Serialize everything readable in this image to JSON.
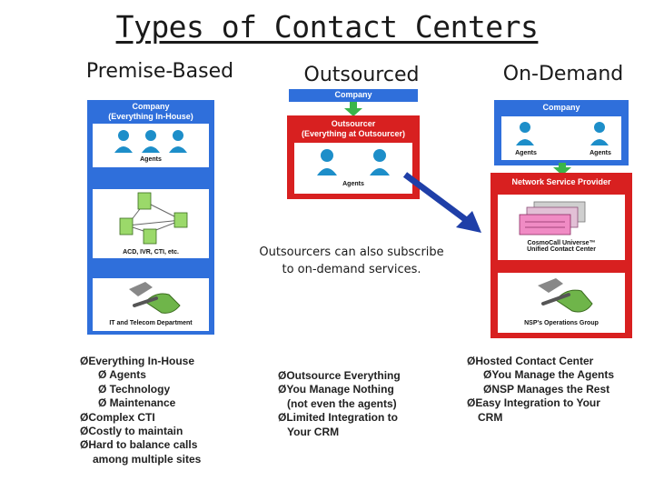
{
  "title": "Types of Contact Centers",
  "columns": {
    "premise": {
      "heading": "Premise-Based",
      "company_label": "Company\n(Everything In-House)",
      "agents_label": "Agents",
      "systems_label": "ACD, IVR, CTI, etc.",
      "it_label": "IT and Telecom Department",
      "bullets": [
        "ØEverything In-House",
        "Ø Agents",
        "Ø Technology",
        "Ø Maintenance",
        "ØComplex CTI",
        "ØCostly to maintain",
        "ØHard to balance calls",
        "among multiple sites"
      ]
    },
    "outsourced": {
      "heading": "Outsourced",
      "company_label": "Company",
      "outsourcer_label": "Outsourcer\n(Everything at Outsourcer)",
      "agents_label": "Agents",
      "bullets": [
        "ØOutsource Everything",
        "ØYou Manage Nothing",
        "(not even the agents)",
        "ØLimited Integration to",
        "Your CRM"
      ]
    },
    "ondemand": {
      "heading": "On-Demand",
      "company_label": "Company",
      "agents_left": "Agents",
      "agents_right": "Agents",
      "nsp_label": "Network Service Provider",
      "product_label": "CosmoCall Universe™\nUnified Contact Center",
      "ops_label": "NSP's Operations Group",
      "bullets": [
        "ØHosted Contact Center",
        "ØYou Manage the Agents",
        "ØNSP Manages the Rest",
        "ØEasy Integration to Your",
        "CRM"
      ]
    }
  },
  "note": "Outsourcers can also subscribe\nto on-demand services.",
  "colors": {
    "blue": "#2f6fdb",
    "red": "#d82020",
    "green_arrow": "#3ab54a",
    "navy_arrow": "#1f3fa8"
  },
  "icons": [
    "agent-headset-icon",
    "server-network-icon",
    "telephone-wrench-icon",
    "green-down-arrow-icon",
    "diagonal-arrow-icon",
    "server-rack-icon"
  ]
}
